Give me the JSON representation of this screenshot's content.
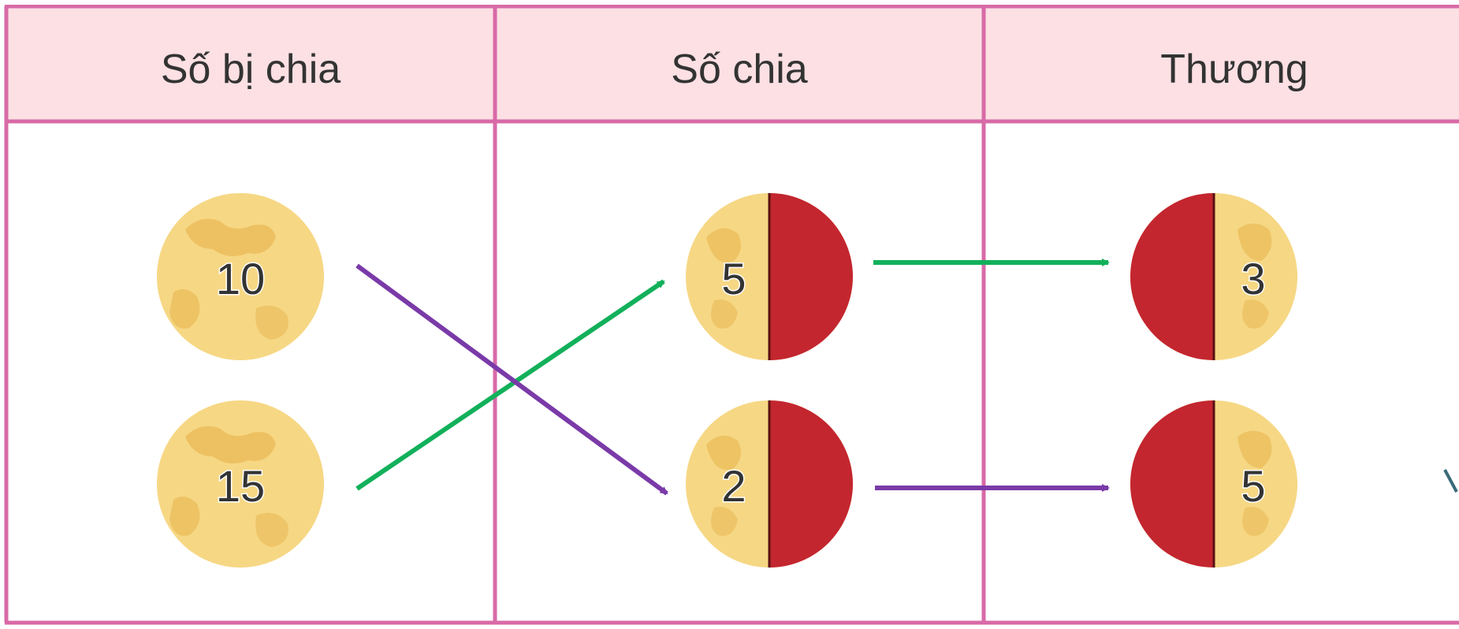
{
  "headers": [
    "Số bị chia",
    "Số chia",
    "Thương"
  ],
  "dividends": [
    "10",
    "15"
  ],
  "divisors": [
    "5",
    "2"
  ],
  "quotients": [
    "3",
    "5"
  ],
  "colors": {
    "border": "#d86aa8",
    "header_bg": "#fce0e3",
    "moon": "#f6d784",
    "moon_spot": "#e9ba57",
    "moon_dark": "#c3262f",
    "arrow_green": "#12b05a",
    "arrow_purple": "#7a3aa8",
    "text": "#333333"
  }
}
